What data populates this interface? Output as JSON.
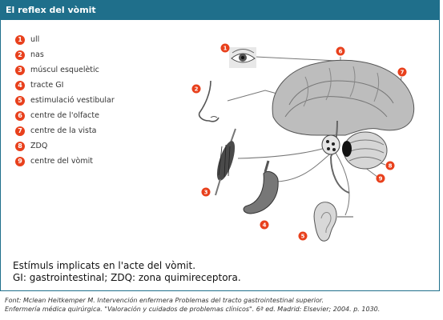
{
  "title": "El reflex del vòmit",
  "legend": [
    {
      "n": "1",
      "label": "ull"
    },
    {
      "n": "2",
      "label": "nas"
    },
    {
      "n": "3",
      "label": "múscul esquelètic"
    },
    {
      "n": "4",
      "label": "tracte GI"
    },
    {
      "n": "5",
      "label": "estimulació vestibular"
    },
    {
      "n": "6",
      "label": "centre de l'olfacte"
    },
    {
      "n": "7",
      "label": "centre de la vista"
    },
    {
      "n": "8",
      "label": "ZDQ"
    },
    {
      "n": "9",
      "label": "centre del vòmit"
    }
  ],
  "caption": {
    "line1": "Estímuls implicats en l'acte del vòmit.",
    "line2": "GI: gastrointestinal; ZDQ: zona quimireceptora."
  },
  "source": {
    "line1": "Font: Mclean Heitkemper M. Intervención enfermera Problemas del tracto gastrointestinal superior.",
    "line2": "Enfermería médica quirúrgica. \"Valoración y cuidados de problemas clínicos\". 6ª ed. Madrid: Elsevier; 2004. p. 1030."
  },
  "colors": {
    "header": "#1f6f8b",
    "marker": "#e8401c"
  }
}
